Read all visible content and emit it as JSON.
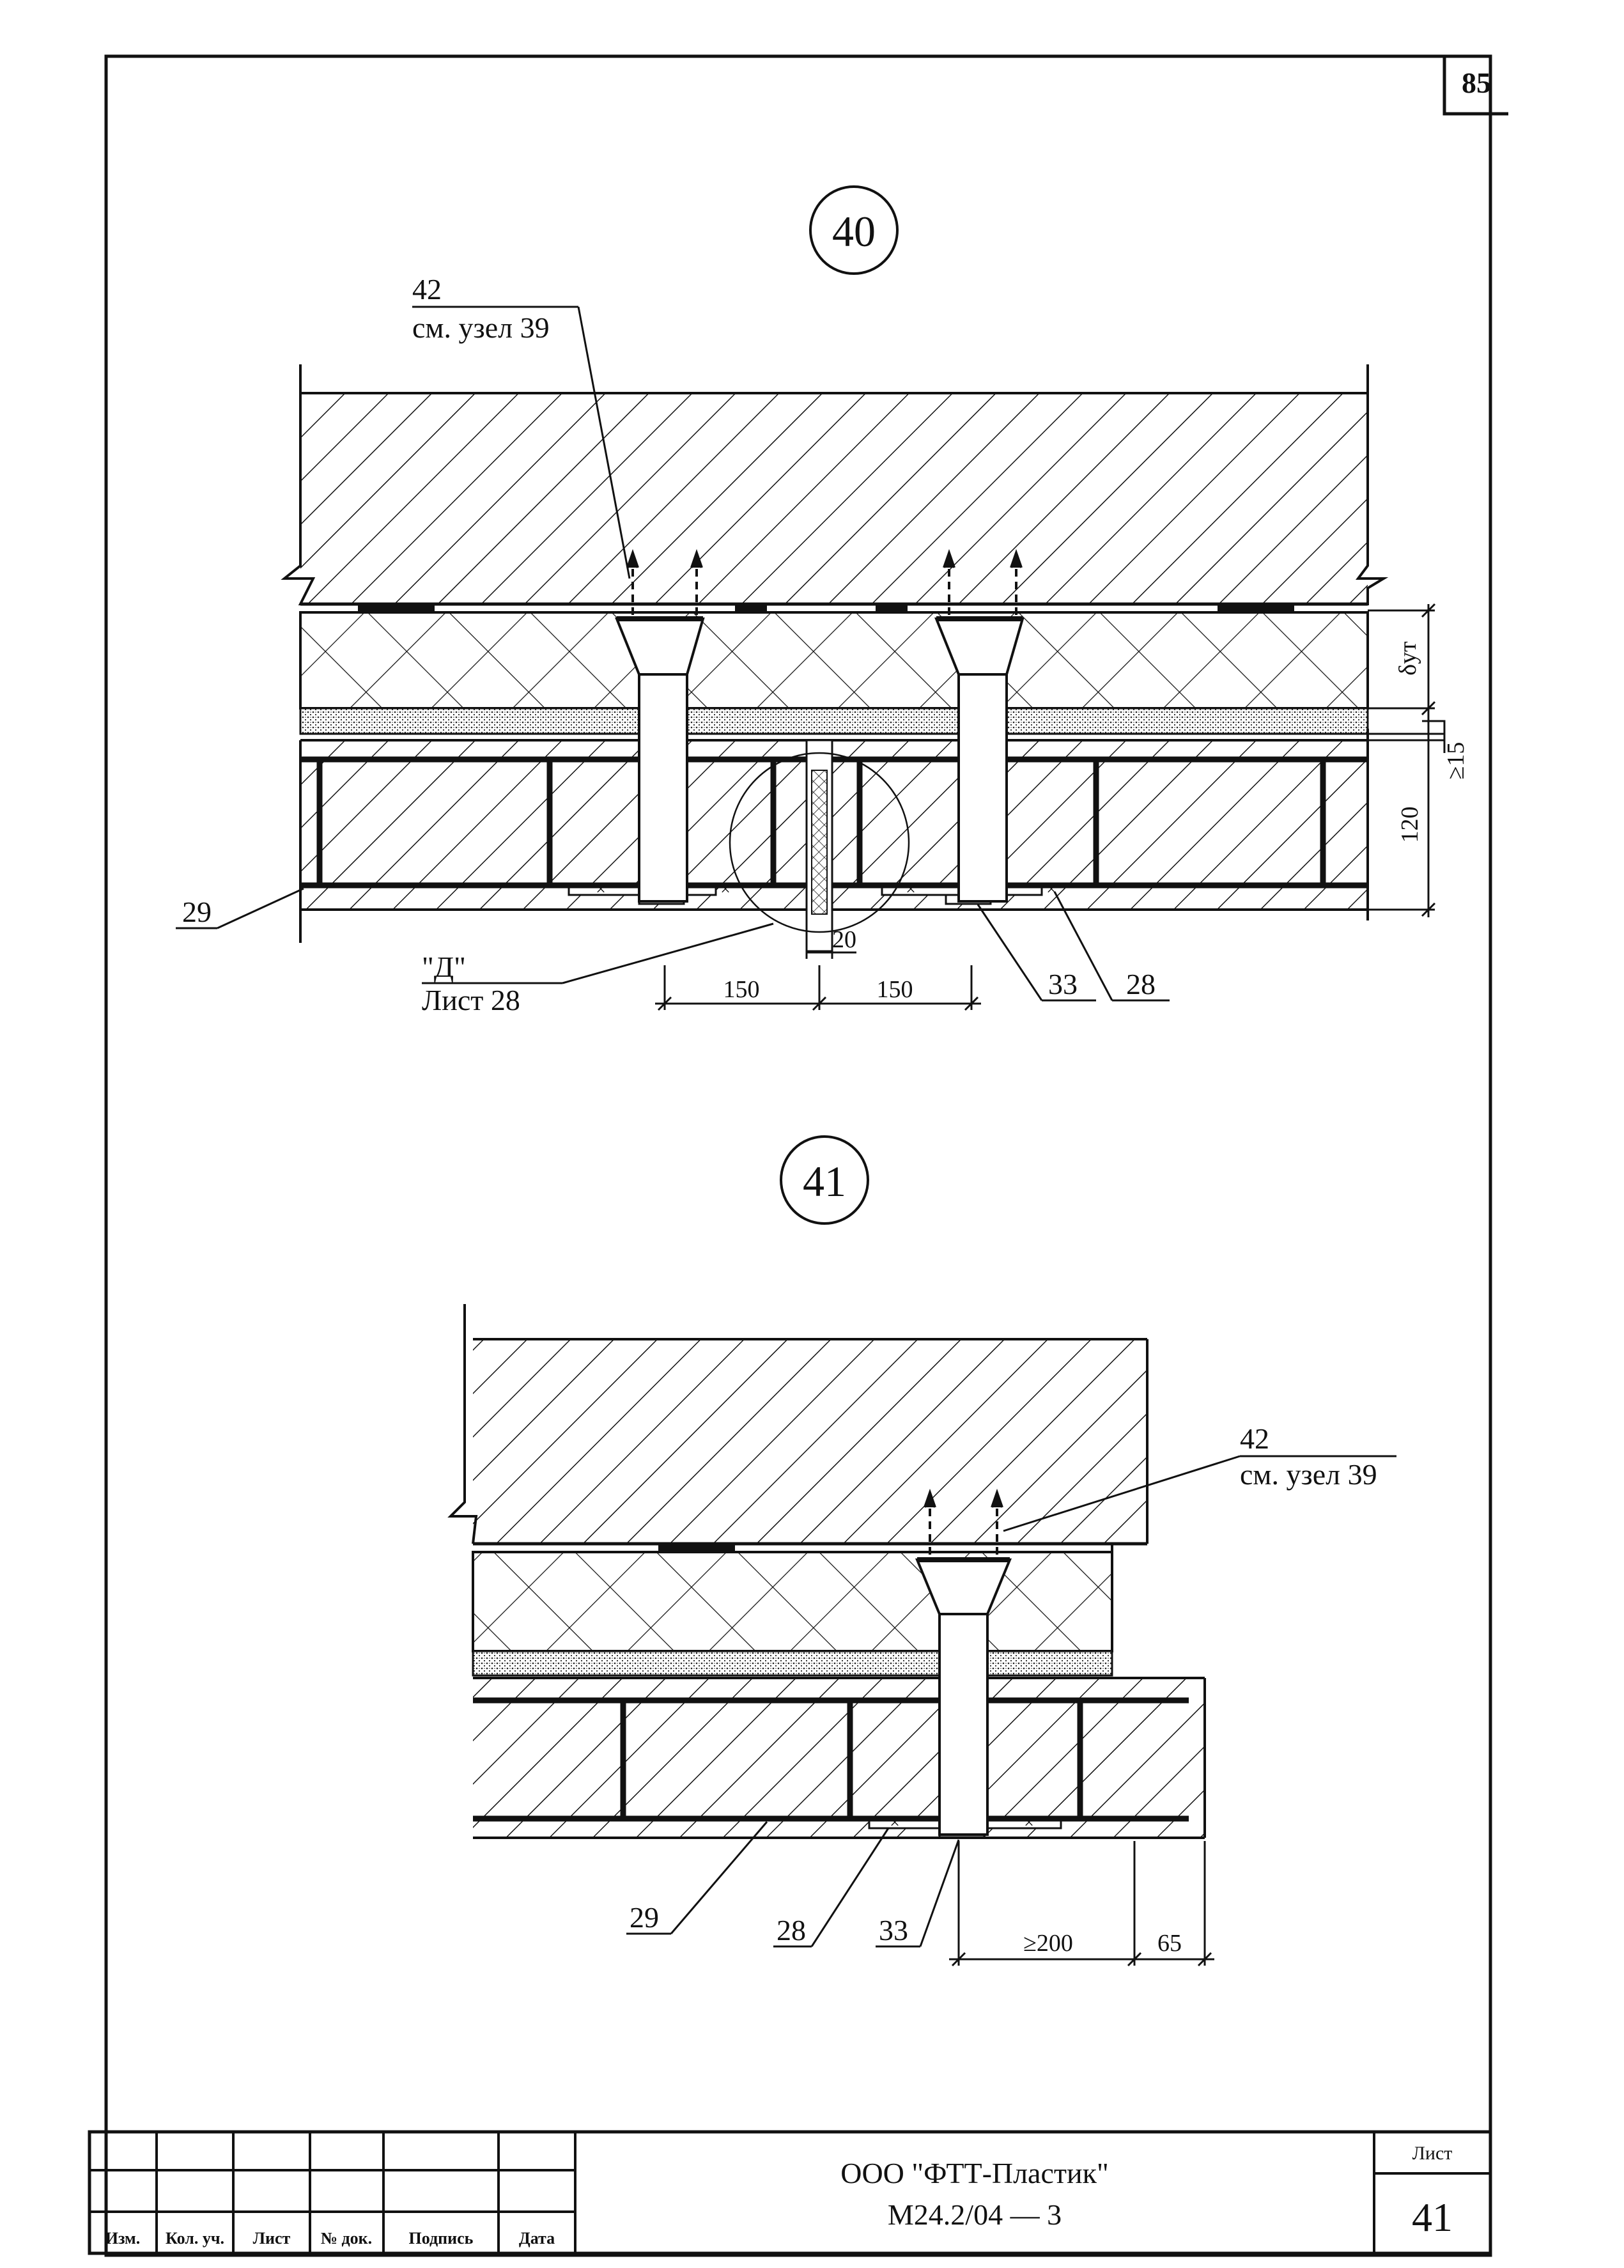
{
  "page_number": "85",
  "node_40": {
    "circle_label": "40",
    "callout_42": {
      "number": "42",
      "text": "см. узел 39"
    },
    "callout_29": "29",
    "callout_33": "33",
    "callout_28": "28",
    "detail_ref": {
      "letter": "\"Д\"",
      "sheet": "Лист 28"
    },
    "dim_gap": "20",
    "dim_left": "150",
    "dim_right": "150",
    "dim_insulation": "δут",
    "dim_layer": "≥15",
    "dim_slab": "120"
  },
  "node_41": {
    "circle_label": "41",
    "callout_42": {
      "number": "42",
      "text": "см. узел 39"
    },
    "callout_29": "29",
    "callout_28": "28",
    "callout_33": "33",
    "dim_overlap": "≥200",
    "dim_edge": "65"
  },
  "title_block": {
    "col_headers": [
      "Изм.",
      "Кол. уч.",
      "Лист",
      "№ док.",
      "Подпись",
      "Дата"
    ],
    "company": "ООО \"ФТТ-Пластик\"",
    "doc_code": "М24.2/04 — 3",
    "sheet_label": "Лист",
    "sheet_number": "41"
  }
}
